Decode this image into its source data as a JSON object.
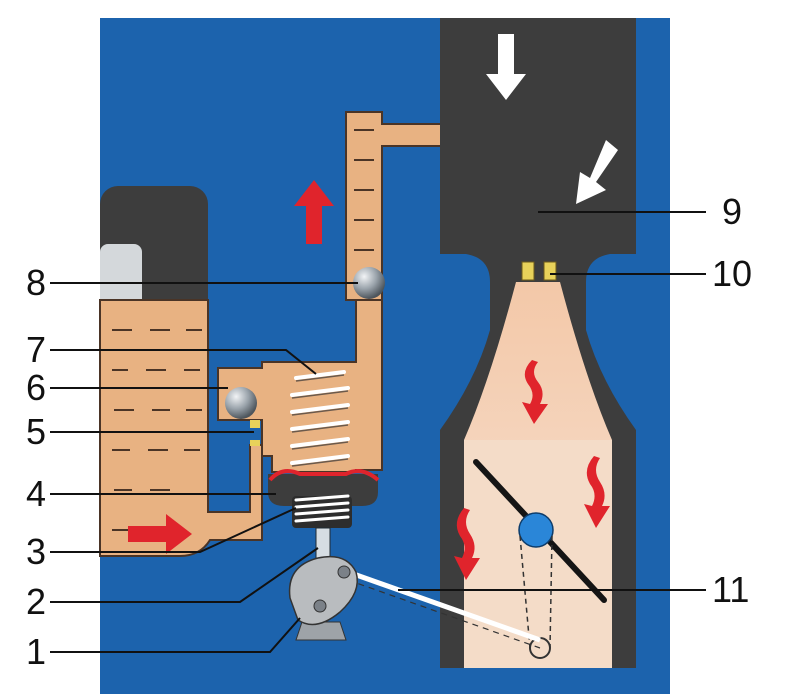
{
  "colors": {
    "background": "#1c63ad",
    "fuel": "#e8b282",
    "fuel_edge": "#4a3426",
    "casing": "#3d3d3d",
    "air_flow": "#f5dcc8",
    "flow_arrow": "#e0242c",
    "air_arrow": "#ffffff",
    "ball": "#9aa3ab",
    "jet": "#e8d25a",
    "throttle_pivot": "#2a86d8",
    "cam": "#b9bcbf",
    "leader": "#111111"
  },
  "callouts": [
    {
      "id": "c1",
      "label": "1"
    },
    {
      "id": "c2",
      "label": "2"
    },
    {
      "id": "c3",
      "label": "3"
    },
    {
      "id": "c4",
      "label": "4"
    },
    {
      "id": "c5",
      "label": "5"
    },
    {
      "id": "c6",
      "label": "6"
    },
    {
      "id": "c7",
      "label": "7"
    },
    {
      "id": "c8",
      "label": "8"
    },
    {
      "id": "c9",
      "label": "9"
    },
    {
      "id": "c10",
      "label": "10"
    },
    {
      "id": "c11",
      "label": "11"
    }
  ],
  "icons": {
    "fuel_arrows": "red-arrow-icon",
    "air_arrows": "white-arrow-icon",
    "mixture_arrows": "wavy-red-arrow-icon"
  }
}
